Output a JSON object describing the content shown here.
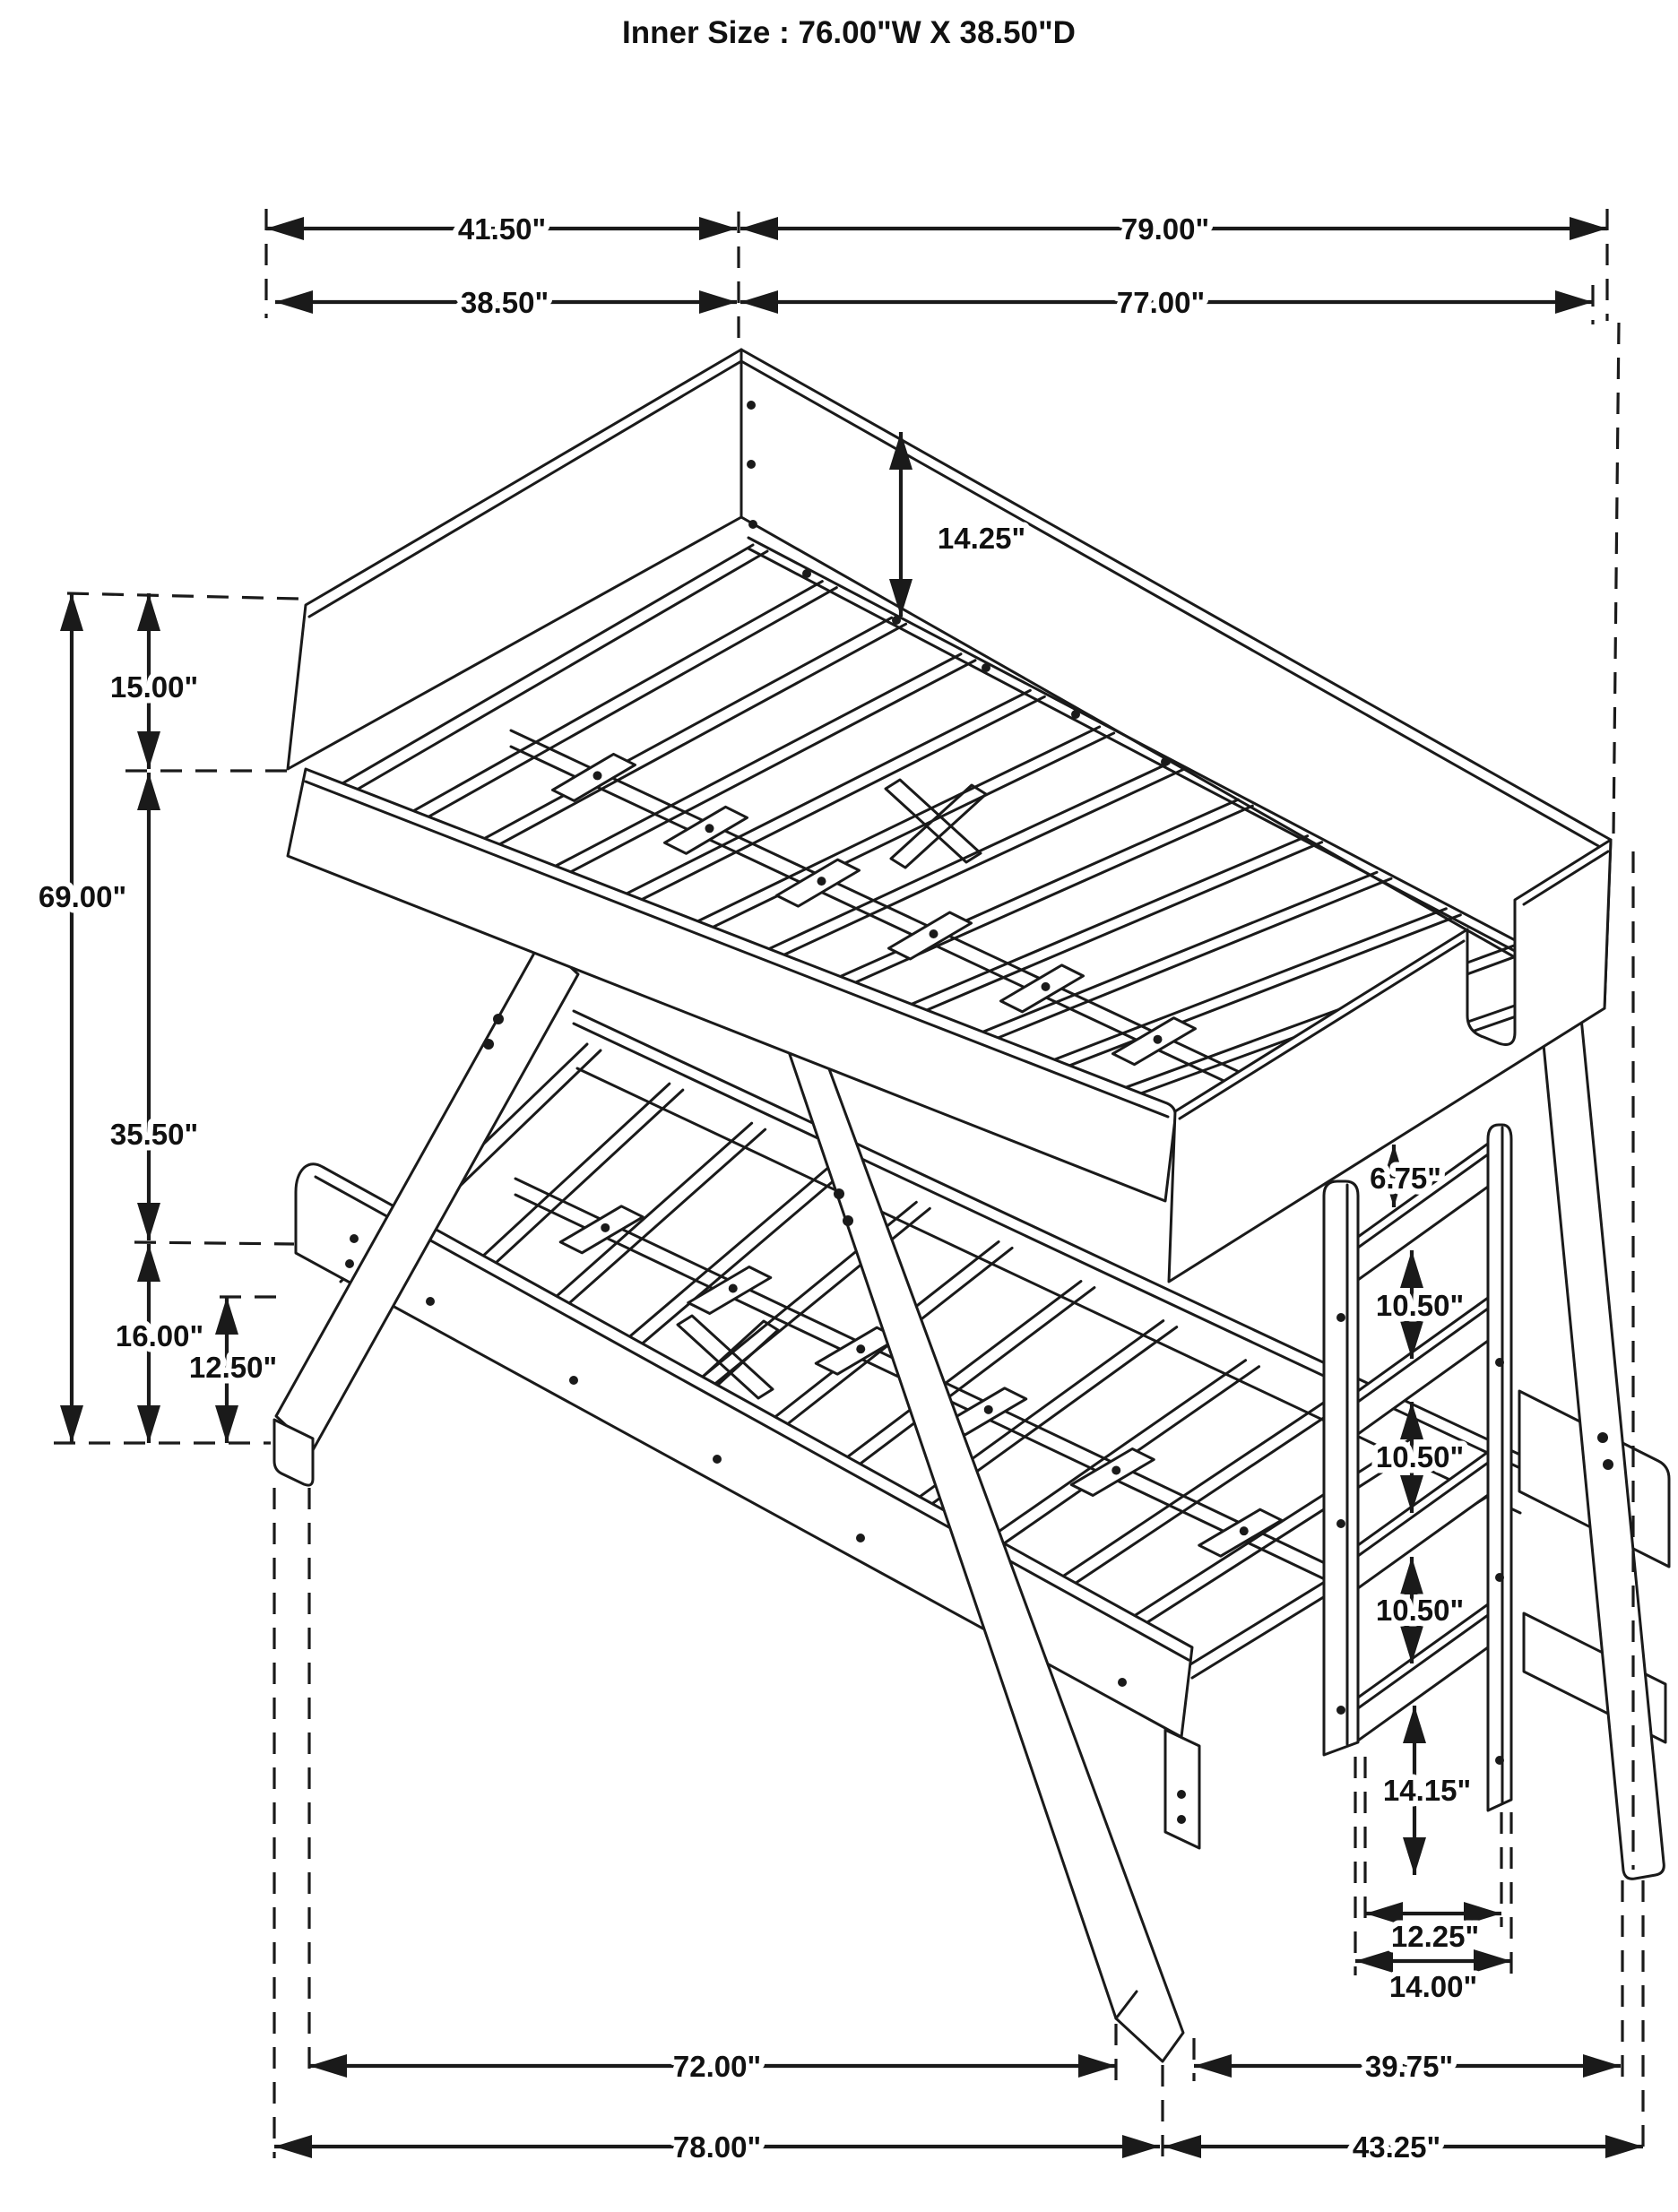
{
  "title": "Inner Size : 76.00\"W X 38.50\"D",
  "diagram": {
    "subject": "bunk-bed-isometric-dimension-drawing",
    "units": "inches",
    "line_color": "#1a1a1a",
    "background_color": "#ffffff"
  },
  "dimensions": {
    "top_outer_depth": "41.50\"",
    "top_outer_width": "79.00\"",
    "top_inner_depth": "38.50\"",
    "top_inner_width": "77.00\"",
    "upper_rail_height": "15.00\"",
    "overall_height": "69.00\"",
    "bunk_spacing": "35.50\"",
    "lower_bunk_height": "16.00\"",
    "lower_clearance": "12.50\"",
    "upper_guard_inner": "14.25\"",
    "ladder_top_gap": "6.75\"",
    "ladder_step_1": "10.50\"",
    "ladder_step_2": "10.50\"",
    "ladder_step_3": "10.50\"",
    "ladder_bottom_gap": "14.15\"",
    "ladder_inner_width": "12.25\"",
    "ladder_outer_width": "14.00\"",
    "floor_depth_72": "72.00\"",
    "floor_width_3975": "39.75\"",
    "floor_depth_78": "78.00\"",
    "floor_width_4325": "43.25\""
  }
}
